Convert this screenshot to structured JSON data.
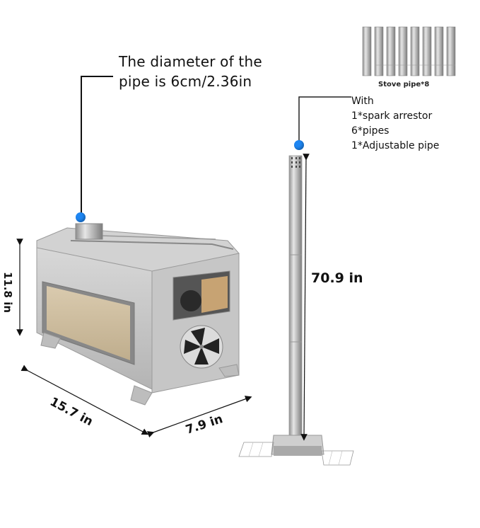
{
  "callouts": {
    "pipe_diameter": {
      "line1": "The diameter of the",
      "line2": "pipe is 6cm/2.36in"
    }
  },
  "kit": {
    "caption": "Stove pipe*8",
    "pipe_count": 8,
    "items": [
      "With",
      "1*spark arrestor",
      "6*pipes",
      "1*Adjustable pipe"
    ]
  },
  "dimensions": {
    "height": "11.8 in",
    "length": "15.7 in",
    "width": "7.9 in",
    "pipe_height": "70.9 in"
  },
  "colors": {
    "marker": "#1e86f2",
    "steel": "#c9c9c9",
    "text": "#111111"
  }
}
